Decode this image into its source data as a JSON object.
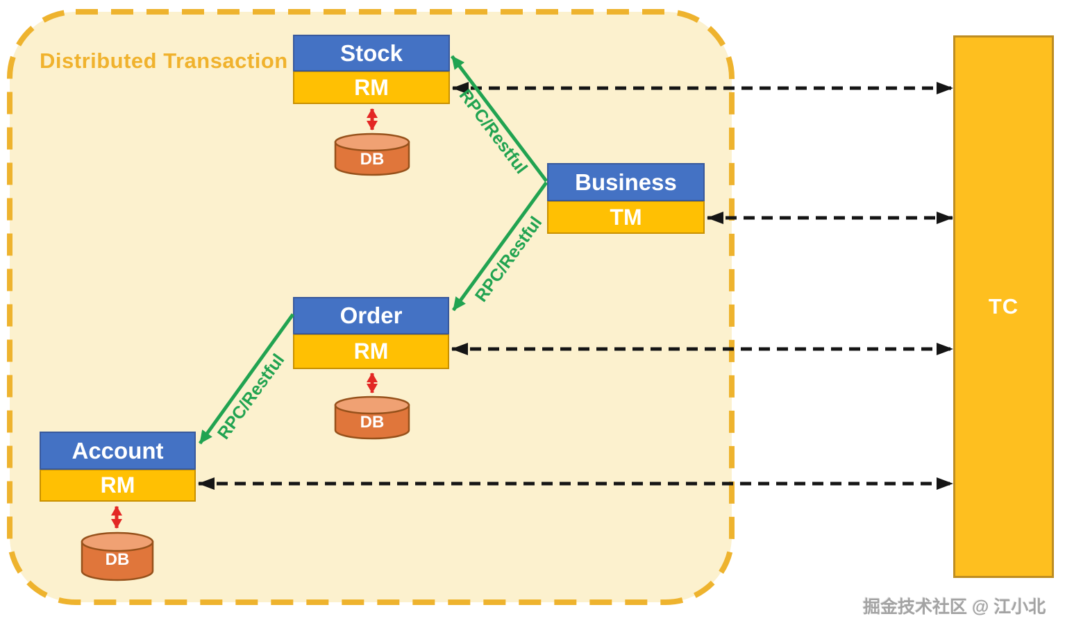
{
  "title": "Distributed Transaction",
  "watermark": "掘金技术社区 @ 江小北",
  "nodes": {
    "stock": {
      "title": "Stock",
      "role": "RM"
    },
    "business": {
      "title": "Business",
      "role": "TM"
    },
    "order": {
      "title": "Order",
      "role": "RM"
    },
    "account": {
      "title": "Account",
      "role": "RM"
    }
  },
  "coordinator": {
    "label": "TC"
  },
  "database": {
    "label": "DB"
  },
  "edges": {
    "rpc_label": "RPC/Restful"
  },
  "colors": {
    "node_header_blue": "#4472C4",
    "node_role_gold": "#FFC003",
    "container_fill": "#FCF1CE",
    "container_border": "#EEB32E",
    "title_text": "#F0B22D",
    "tc_fill": "#FEBF1F",
    "db_body": "#E0763B",
    "db_top": "#F0A173",
    "rpc_green": "#21A351",
    "arrow_red": "#E32724",
    "arrow_black": "#151515",
    "watermark_gray": "#A3A3A3"
  }
}
